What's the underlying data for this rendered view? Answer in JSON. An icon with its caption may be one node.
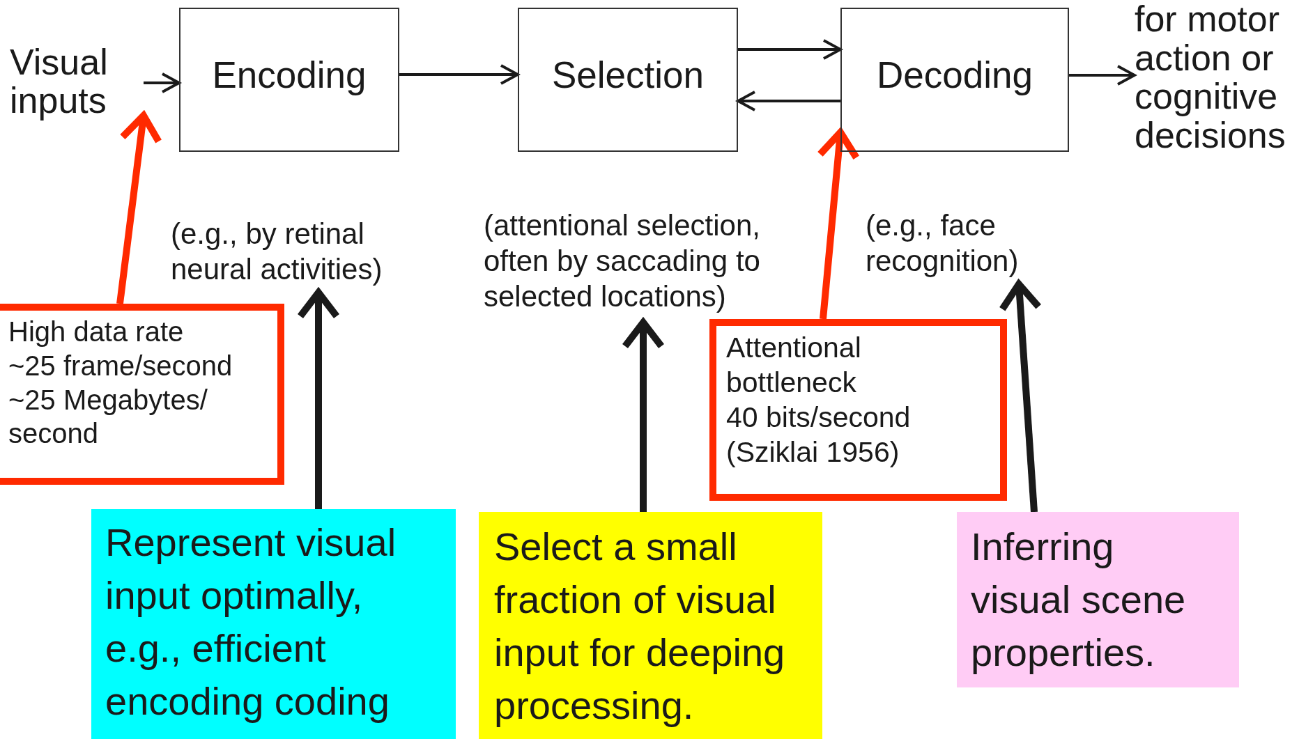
{
  "diagram": {
    "nodes": [
      {
        "text": [
          "Visual inputs"
        ]
      },
      {
        "text": [
          "Encoding"
        ]
      },
      {
        "text": [
          "Selection"
        ]
      },
      {
        "text": [
          "Decoding"
        ]
      },
      {
        "text": [
          "for motor action or cognitive decisions"
        ]
      },
      {
        "text": [
          "(e.g., by retinal neural activities)"
        ]
      },
      {
        "text": [
          "(attentional selection, often by saccading to selected locations)"
        ]
      },
      {
        "text": [
          "(e.g., face recognition)"
        ]
      },
      {
        "text": [
          "High data rate",
          "~25 frame/second",
          "~25 Megabytes/ second"
        ]
      },
      {
        "text": [
          "Attentional bottleneck",
          "40 bits/second",
          "(Sziklai 1956)"
        ]
      },
      {
        "text": [
          "Represent visual input optimally, e.g., efficient encoding coding"
        ]
      },
      {
        "text": [
          "Select a small fraction of visual input for deeping processing."
        ]
      },
      {
        "text": [
          "Inferring visual scene properties."
        ]
      }
    ],
    "edges": [
      {
        "from": 0,
        "to": 1,
        "arrow": "to"
      },
      {
        "from": 1,
        "to": 2,
        "arrow": "to"
      },
      {
        "from": 2,
        "to": 3,
        "arrow": "to"
      },
      {
        "from": 3,
        "to": 2,
        "arrow": "to"
      },
      {
        "from": 3,
        "to": 4,
        "arrow": "to"
      },
      {
        "from": 8,
        "to": 0,
        "arrow": "to",
        "style": "thick",
        "color": "#ff2a00"
      },
      {
        "from": 9,
        "to": 3,
        "arrow": "to",
        "style": "thick",
        "color": "#ff2a00"
      },
      {
        "from": 10,
        "to": 5,
        "arrow": "to",
        "style": "thick"
      },
      {
        "from": 11,
        "to": 6,
        "arrow": "to",
        "style": "thick"
      },
      {
        "from": 12,
        "to": 7,
        "arrow": "to",
        "style": "thick"
      }
    ]
  }
}
